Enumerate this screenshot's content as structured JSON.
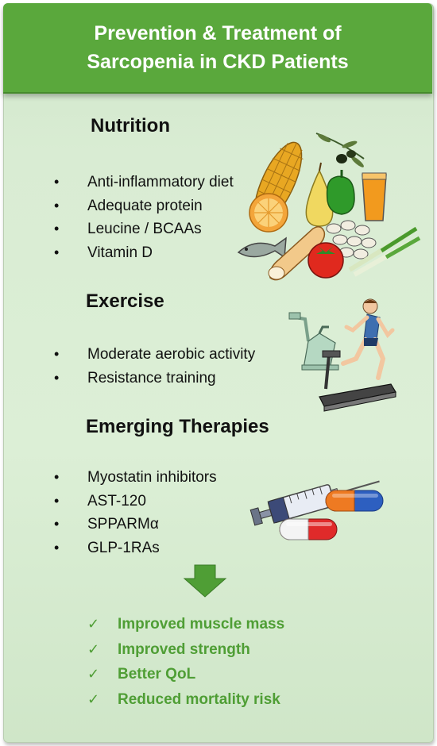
{
  "header": {
    "title_line1": "Prevention & Treatment of",
    "title_line2": "Sarcopenia in CKD Patients"
  },
  "sections": [
    {
      "title": "Nutrition",
      "items": [
        "Anti-inflammatory diet",
        "Adequate protein",
        "Leucine / BCAAs",
        "Vitamin D"
      ]
    },
    {
      "title": "Exercise",
      "items": [
        "Moderate aerobic activity",
        "Resistance training"
      ]
    },
    {
      "title": "Emerging Therapies",
      "items": [
        "Myostatin inhibitors",
        "AST-120",
        "SPPARMα",
        "GLP-1RAs"
      ]
    }
  ],
  "bullet_glyph": "•",
  "check_glyph": "✓",
  "outcomes": [
    "Improved muscle mass",
    "Improved strength",
    "Better QoL",
    "Reduced mortality risk"
  ],
  "icons": {
    "food": "food-group-icon",
    "exercise": "exercise-equipment-icon",
    "drugs": "syringe-and-capsules-icon",
    "arrow": "down-arrow-icon"
  },
  "colors": {
    "header": "#5aa83c",
    "background": "#d9ecd3",
    "outcome_text": "#4f9e35",
    "arrow": "#4f9e35"
  }
}
